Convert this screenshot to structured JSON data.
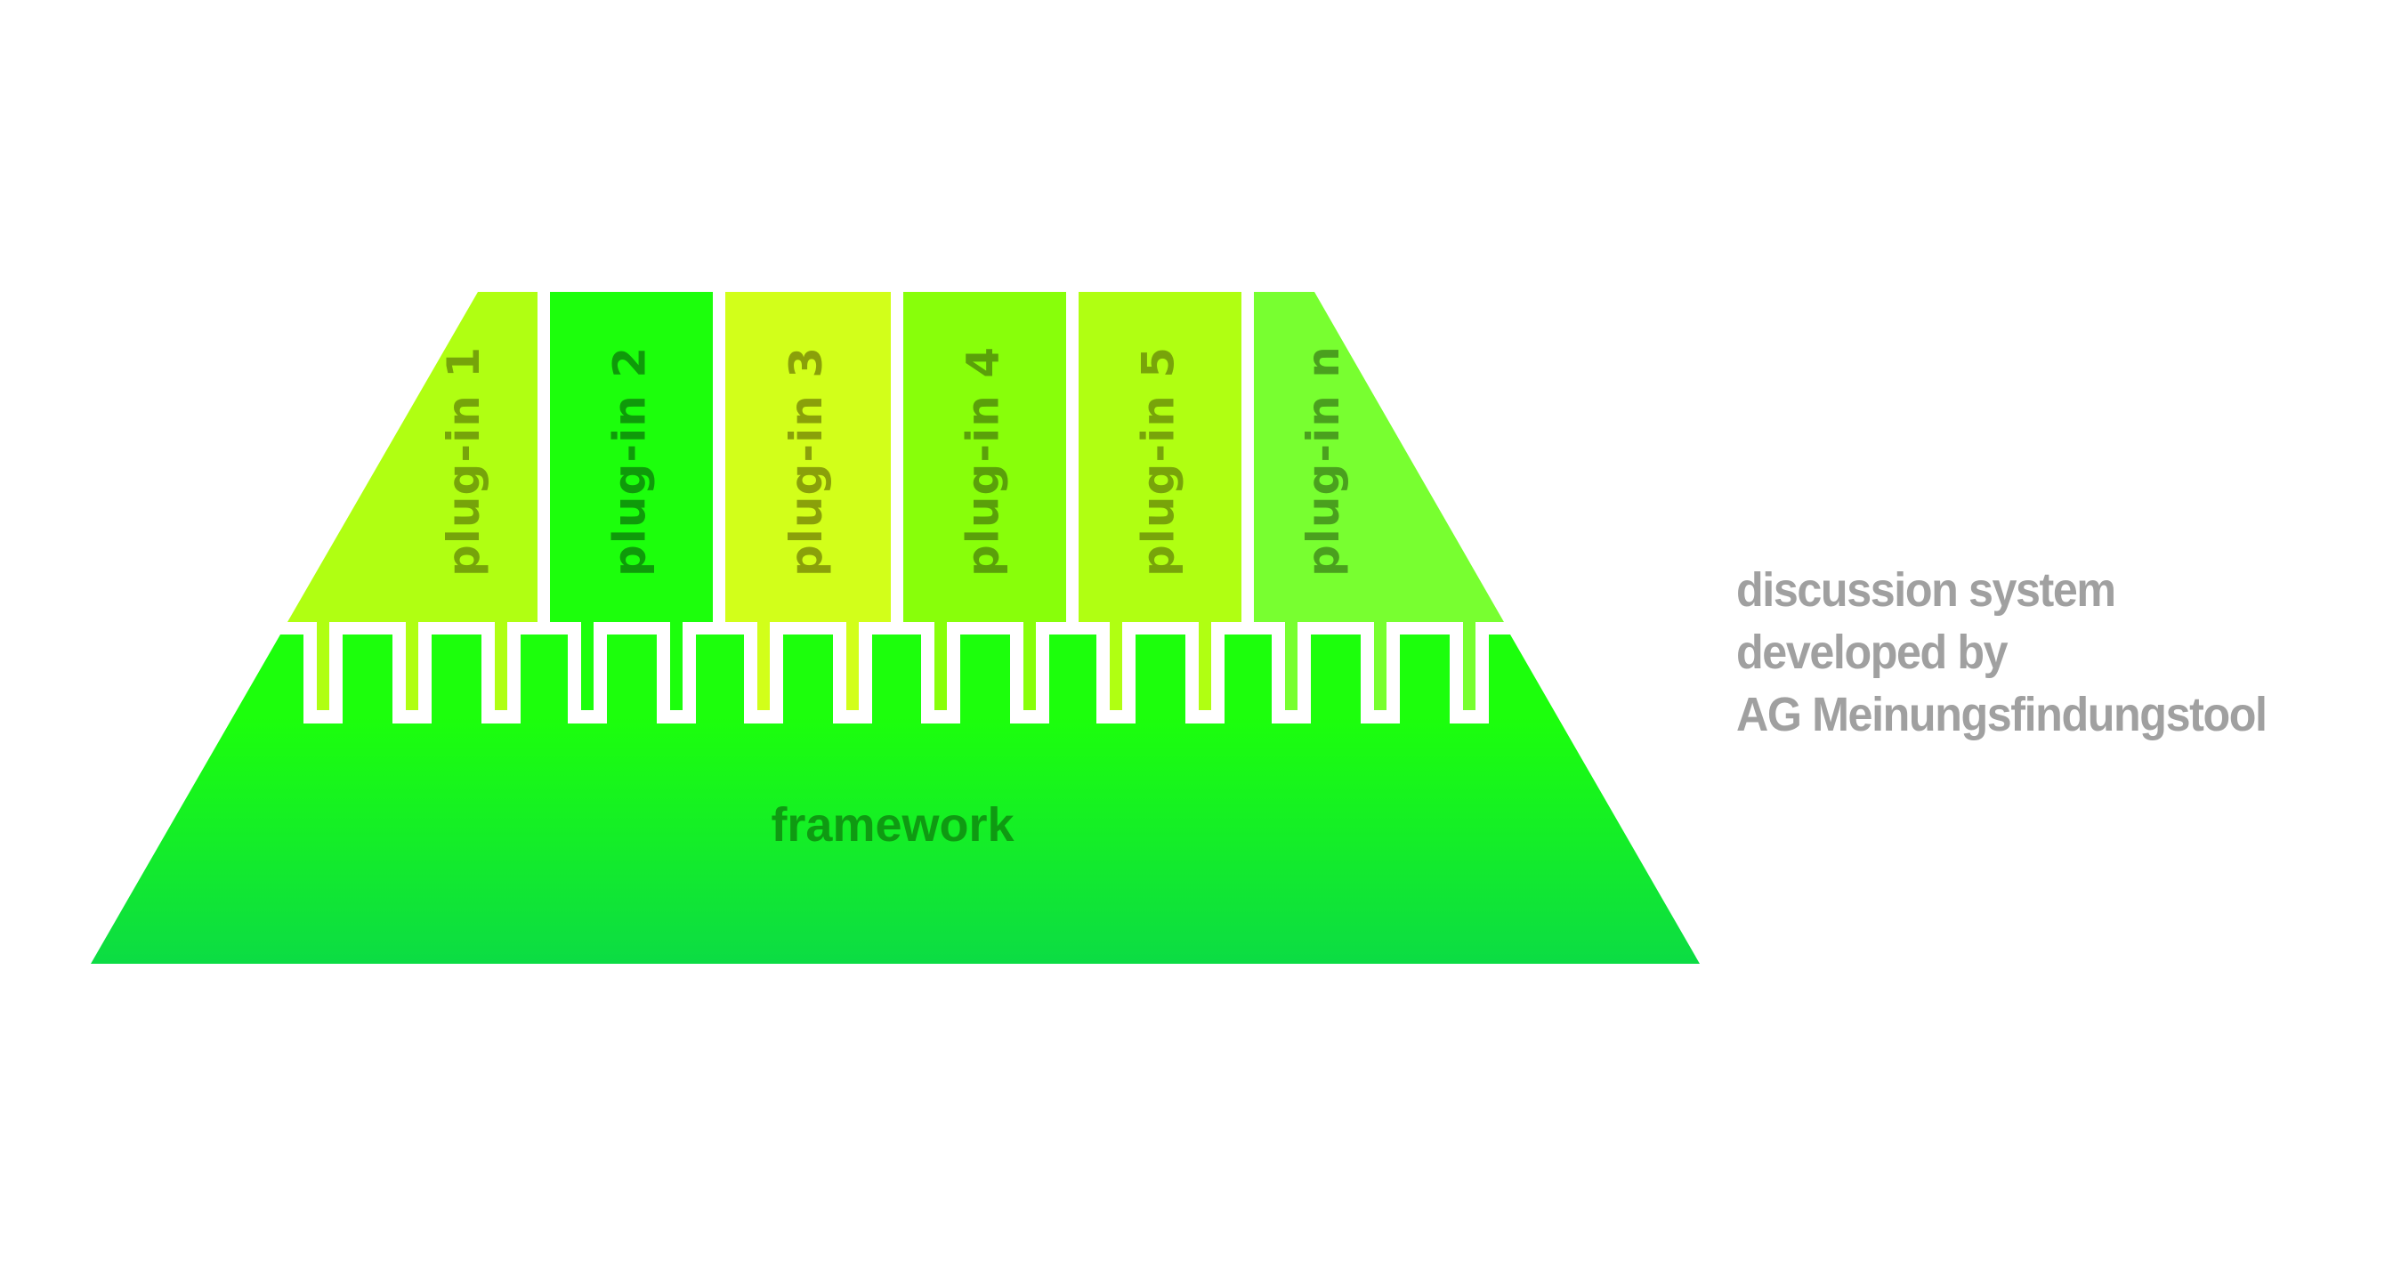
{
  "diagram": {
    "framework": {
      "label": "framework",
      "color_top": "#1cff0c",
      "color_bottom": "#0cdc44",
      "label_color": "#0f9a12"
    },
    "plugins": [
      {
        "label": "plug-in 1",
        "color": "#b0ff12",
        "label_color": "#76a40a"
      },
      {
        "label": "plug-in 2",
        "color": "#1cff0c",
        "label_color": "#0f9a0a"
      },
      {
        "label": "plug-in 3",
        "color": "#d2ff1a",
        "label_color": "#8aa00a"
      },
      {
        "label": "plug-in 4",
        "color": "#88ff0a",
        "label_color": "#5aa00a"
      },
      {
        "label": "plug-in 5",
        "color": "#b0ff12",
        "label_color": "#78a40a"
      },
      {
        "label": "plug-in n",
        "color": "#78ff30",
        "label_color": "#4aa01e"
      }
    ],
    "caption": {
      "lines": [
        "discussion system",
        "developed by",
        "AG Meinungsfindungstool"
      ],
      "color": "#a0a0a0"
    }
  }
}
